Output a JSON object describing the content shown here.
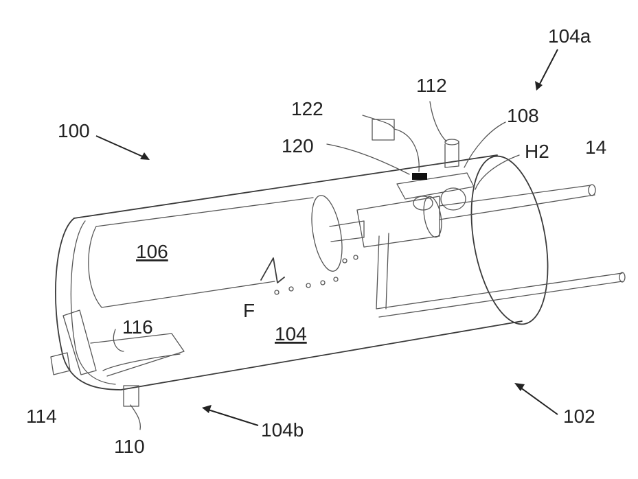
{
  "labels": {
    "ref_100": "100",
    "ref_102": "102",
    "ref_104": "104",
    "ref_104a": "104a",
    "ref_104b": "104b",
    "ref_106": "106",
    "ref_108": "108",
    "ref_110": "110",
    "ref_112": "112",
    "ref_114": "114",
    "ref_116": "116",
    "ref_120": "120",
    "ref_122": "122",
    "ref_H2": "H2",
    "ref_14": "14",
    "ref_F": "F"
  },
  "colors": {
    "line": "#3a3a3a",
    "text": "#222222",
    "sensor_fill": "#111111",
    "background": "#ffffff"
  }
}
